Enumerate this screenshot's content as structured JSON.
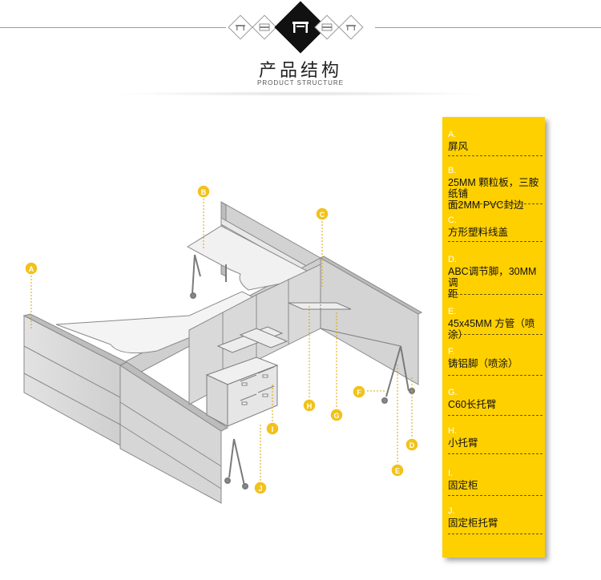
{
  "header": {
    "title": "产品结构",
    "subtitle": "PRODUCT STRUCTURE"
  },
  "diagram": {
    "callouts": [
      "A",
      "B",
      "C",
      "D",
      "E",
      "F",
      "G",
      "H",
      "I",
      "J"
    ]
  },
  "legend": {
    "items": [
      {
        "letter": "A.",
        "lines": [
          "屏风"
        ]
      },
      {
        "letter": "B.",
        "lines": [
          "25MM 颗粒板，三胺纸铺",
          "面2MM PVC封边"
        ]
      },
      {
        "letter": "C.",
        "lines": [
          "方形塑料线盖"
        ]
      },
      {
        "letter": "D.",
        "lines": [
          "ABC调节脚，30MM调",
          "距"
        ]
      },
      {
        "letter": "E.",
        "lines": [
          "45x45MM 方管（喷涂）"
        ]
      },
      {
        "letter": "F.",
        "lines": [
          "铸铝脚（喷涂）"
        ]
      },
      {
        "letter": "G.",
        "lines": [
          "C60长托臂"
        ]
      },
      {
        "letter": "H.",
        "lines": [
          "小托臂"
        ]
      },
      {
        "letter": "I.",
        "lines": [
          "固定柜"
        ]
      },
      {
        "letter": "J.",
        "lines": [
          "固定柜托臂"
        ]
      }
    ]
  },
  "colors": {
    "accent": "#ffd000",
    "callout": "#f2c21b",
    "panel": "#d8d8d8",
    "outline": "#8a8a8a"
  }
}
